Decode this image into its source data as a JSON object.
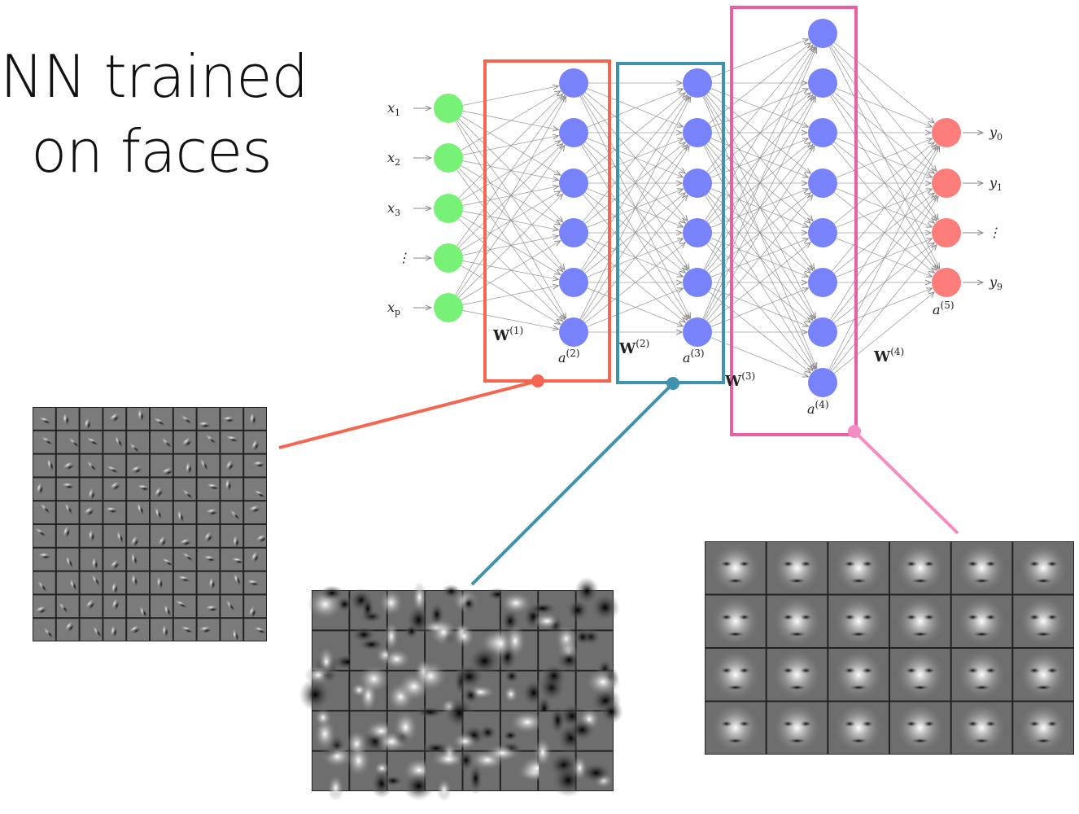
{
  "title": {
    "line1": "NN trained",
    "line2": "on faces"
  },
  "inputs": [
    {
      "label": "x",
      "sub": "1"
    },
    {
      "label": "x",
      "sub": "2"
    },
    {
      "label": "x",
      "sub": "3"
    },
    {
      "label": "⋮",
      "sub": ""
    },
    {
      "label": "x",
      "sub": "p"
    }
  ],
  "outputs": [
    {
      "label": "y",
      "sub": "0"
    },
    {
      "label": "y",
      "sub": "1"
    },
    {
      "label": "⋮",
      "sub": ""
    },
    {
      "label": "y",
      "sub": "9"
    }
  ],
  "layers": {
    "a2": {
      "label": "a",
      "sup": "(2)"
    },
    "a3": {
      "label": "a",
      "sup": "(3)"
    },
    "a4": {
      "label": "a",
      "sup": "(4)"
    },
    "a5": {
      "label": "a",
      "sup": "(5)"
    }
  },
  "weights": {
    "w1": {
      "label": "W",
      "sup": "(1)"
    },
    "w2": {
      "label": "W",
      "sup": "(2)"
    },
    "w3": {
      "label": "W",
      "sup": "(3)"
    },
    "w4": {
      "label": "W",
      "sup": "(4)"
    }
  },
  "layer_sizes": [
    5,
    6,
    6,
    8,
    4
  ],
  "colors": {
    "input_node": "#77f277",
    "hidden_node": "#7883fb",
    "output_node": "#fd7d7a",
    "box_layer2": "#f4664f",
    "box_layer3": "#3f93ad",
    "box_layer4": "#ea5ea6",
    "connector_layer4": "#f58cc6",
    "edge": "#8a8a8a"
  },
  "filter_grids": [
    {
      "name": "edge-filters",
      "cols": 10,
      "rows": 10
    },
    {
      "name": "face-part-filters",
      "cols": 8,
      "rows": 5
    },
    {
      "name": "face-filters",
      "cols": 6,
      "rows": 4
    }
  ]
}
